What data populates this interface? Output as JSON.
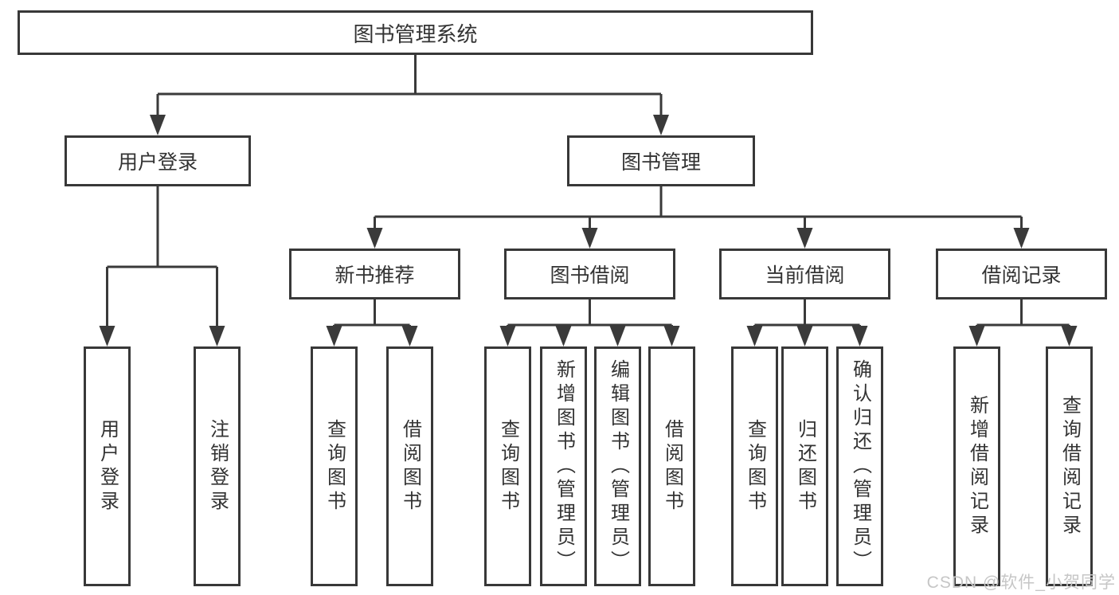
{
  "root": {
    "label": "图书管理系统"
  },
  "level2": [
    {
      "id": "user-login",
      "label": "用户登录"
    },
    {
      "id": "book-management",
      "label": "图书管理"
    }
  ],
  "level3": [
    {
      "id": "new-book-recommend",
      "label": "新书推荐"
    },
    {
      "id": "book-borrow",
      "label": "图书借阅"
    },
    {
      "id": "current-borrow",
      "label": "当前借阅"
    },
    {
      "id": "borrow-record",
      "label": "借阅记录"
    }
  ],
  "leaves": [
    {
      "id": "user-login-leaf",
      "label": "用户登录"
    },
    {
      "id": "logout",
      "label": "注销登录"
    },
    {
      "id": "query-book-recommend",
      "label": "查询图书"
    },
    {
      "id": "borrow-book-recommend",
      "label": "借阅图书"
    },
    {
      "id": "query-book-borrow",
      "label": "查询图书"
    },
    {
      "id": "add-book-admin",
      "label": "新增图书（管理员）"
    },
    {
      "id": "edit-book-admin",
      "label": "编辑图书（管理员）"
    },
    {
      "id": "borrow-book",
      "label": "借阅图书"
    },
    {
      "id": "query-book-current",
      "label": "查询图书"
    },
    {
      "id": "return-book",
      "label": "归还图书"
    },
    {
      "id": "confirm-return-admin",
      "label": "确认归还（管理员）"
    },
    {
      "id": "add-borrow-record",
      "label": "新增借阅记录"
    },
    {
      "id": "query-borrow-record",
      "label": "查询借阅记录"
    }
  ],
  "watermark": "CSDN @软件_小贺同学",
  "colors": {
    "line": "#3a3a3a",
    "text": "#333333",
    "watermark": "#c6c6c6",
    "background": "#ffffff"
  }
}
